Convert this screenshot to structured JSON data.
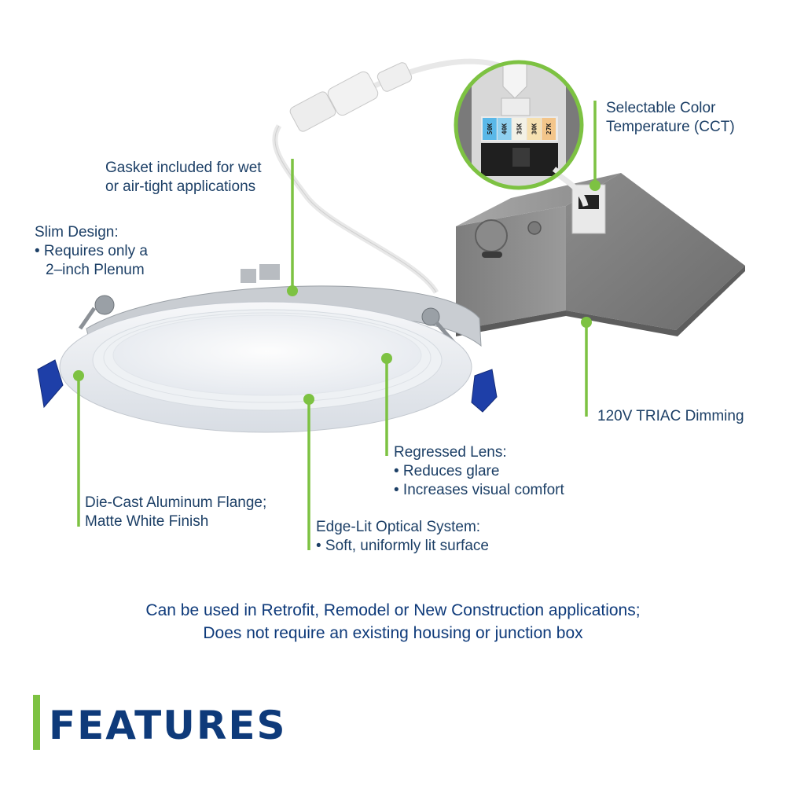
{
  "callouts": {
    "cct": {
      "lines": [
        "Selectable Color",
        "Temperature (CCT)"
      ]
    },
    "gasket": {
      "lines": [
        "Gasket included for wet",
        "or air-tight applications"
      ]
    },
    "slim": {
      "title": "Slim Design:",
      "bullet_line1": "• Requires only a",
      "bullet_line2": "2–inch Plenum"
    },
    "dimming": {
      "text": "120V TRIAC Dimming"
    },
    "flange": {
      "lines": [
        "Die-Cast Aluminum Flange;",
        "Matte White Finish"
      ]
    },
    "lens": {
      "title": "Regressed Lens:",
      "bullets": [
        "• Reduces glare",
        "• Increases visual comfort"
      ]
    },
    "optics": {
      "title": "Edge-Lit Optical System:",
      "bullets": [
        "• Soft, uniformly lit surface"
      ]
    }
  },
  "cct_switch": {
    "settings": [
      "50K",
      "40K",
      "35K",
      "30K",
      "27K"
    ],
    "colors": [
      "#5ab8e8",
      "#8fd0ef",
      "#f3f1e6",
      "#f6e0b0",
      "#f3c58a"
    ]
  },
  "tagline": {
    "line1": "Can be used in Retrofit, Remodel or New Construction applications;",
    "line2": "Does not require an existing housing or junction box"
  },
  "heading": {
    "text": "FEATURES"
  },
  "colors": {
    "accent_green": "#7dc242",
    "text_blue": "#1c3f66",
    "heading_blue": "#0e3a7a",
    "clip_blue": "#1e3fa8"
  }
}
